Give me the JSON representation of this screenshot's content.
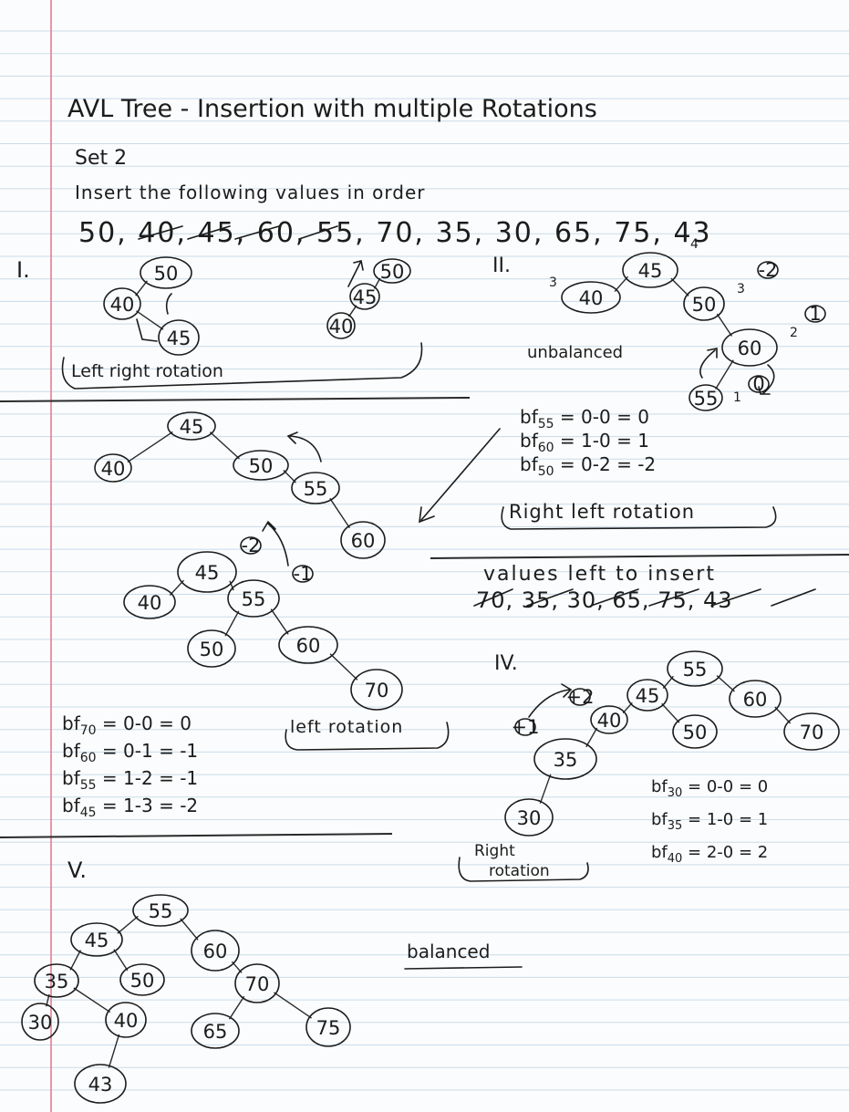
{
  "title": "AVL Tree - Insertion with multiple Rotations",
  "subtitle": "Set 2",
  "instruction": "Insert the following values in order",
  "sequence": "50, 40, 45, 60, 55, 70, 35, 30, 65, 75, 43",
  "sections": {
    "s1": {
      "numeral": "I.",
      "label": "Left right rotation",
      "tree_a": [
        {
          "id": "a50",
          "v": "50",
          "parent": null
        },
        {
          "id": "a40",
          "v": "40",
          "parent": "a50"
        },
        {
          "id": "a45",
          "v": "45",
          "parent": "a40"
        }
      ],
      "tree_b": [
        {
          "id": "b50",
          "v": "50",
          "parent": null
        },
        {
          "id": "b45",
          "v": "45",
          "parent": "b50"
        },
        {
          "id": "b40",
          "v": "40",
          "parent": "b45"
        }
      ],
      "tree_c": [
        {
          "id": "c45",
          "v": "45",
          "parent": null
        },
        {
          "id": "c40",
          "v": "40",
          "parent": "c45"
        },
        {
          "id": "c50",
          "v": "50",
          "parent": "c45"
        },
        {
          "id": "c55",
          "v": "55",
          "parent": "c50"
        },
        {
          "id": "c60",
          "v": "60",
          "parent": "c55"
        }
      ]
    },
    "s2": {
      "numeral": "II.",
      "status": "unbalanced",
      "tree": [
        {
          "id": "d45",
          "v": "45",
          "parent": null,
          "mark": "4"
        },
        {
          "id": "d40",
          "v": "40",
          "parent": "d45",
          "mark": "3"
        },
        {
          "id": "d50",
          "v": "50",
          "parent": "d45",
          "mark": "3",
          "bf": "-2"
        },
        {
          "id": "d60",
          "v": "60",
          "parent": "d50",
          "mark": "2",
          "bf": "1"
        },
        {
          "id": "d55",
          "v": "55",
          "parent": "d60",
          "mark": "1",
          "bf": "0"
        }
      ],
      "bf_lines": [
        {
          "pre": "bf",
          "sub": "55",
          "post": " = 0-0 = 0"
        },
        {
          "pre": "bf",
          "sub": "60",
          "post": " = 1-0 = 1"
        },
        {
          "pre": "bf",
          "sub": "50",
          "post": " = 0-2 = -2"
        }
      ],
      "label": "Right left rotation"
    },
    "s3": {
      "tree": [
        {
          "id": "e45",
          "v": "45",
          "parent": null,
          "bf": "-2"
        },
        {
          "id": "e40",
          "v": "40",
          "parent": "e45"
        },
        {
          "id": "e55",
          "v": "55",
          "parent": "e45",
          "bf": "-1"
        },
        {
          "id": "e50",
          "v": "50",
          "parent": "e55"
        },
        {
          "id": "e60",
          "v": "60",
          "parent": "e55"
        },
        {
          "id": "e70",
          "v": "70",
          "parent": "e60"
        }
      ],
      "bf_lines": [
        {
          "pre": "bf",
          "sub": "70",
          "post": " = 0-0 = 0"
        },
        {
          "pre": "bf",
          "sub": "60",
          "post": " = 0-1 = -1"
        },
        {
          "pre": "bf",
          "sub": "55",
          "post": " = 1-2 = -1"
        },
        {
          "pre": "bf",
          "sub": "45",
          "post": " = 1-3 = -2"
        }
      ],
      "label": "left rotation"
    },
    "remaining": {
      "title": "values left to insert",
      "values": "70, 35, 30, 65, 75, 43"
    },
    "s4": {
      "numeral": "IV.",
      "tree": [
        {
          "id": "f55",
          "v": "55",
          "parent": null
        },
        {
          "id": "f45",
          "v": "45",
          "parent": "f55"
        },
        {
          "id": "f60",
          "v": "60",
          "parent": "f55"
        },
        {
          "id": "f40",
          "v": "40",
          "parent": "f45",
          "bf": "+2"
        },
        {
          "id": "f50",
          "v": "50",
          "parent": "f45"
        },
        {
          "id": "f70",
          "v": "70",
          "parent": "f60"
        },
        {
          "id": "f35",
          "v": "35",
          "parent": "f40",
          "bf": "+1"
        },
        {
          "id": "f30",
          "v": "30",
          "parent": "f35"
        }
      ],
      "bf_lines": [
        {
          "pre": "bf",
          "sub": "30",
          "post": " = 0-0 = 0"
        },
        {
          "pre": "bf",
          "sub": "35",
          "post": " = 1-0 = 1"
        },
        {
          "pre": "bf",
          "sub": "40",
          "post": " = 2-0 = 2"
        }
      ],
      "label_line1": "Right",
      "label_line2": "rotation"
    },
    "s5": {
      "numeral": "V.",
      "status": "balanced",
      "tree": [
        {
          "id": "g55",
          "v": "55",
          "parent": null
        },
        {
          "id": "g45",
          "v": "45",
          "parent": "g55"
        },
        {
          "id": "g60",
          "v": "60",
          "parent": "g55"
        },
        {
          "id": "g35",
          "v": "35",
          "parent": "g45"
        },
        {
          "id": "g50",
          "v": "50",
          "parent": "g45"
        },
        {
          "id": "g70",
          "v": "70",
          "parent": "g60"
        },
        {
          "id": "g30",
          "v": "30",
          "parent": "g35"
        },
        {
          "id": "g40",
          "v": "40",
          "parent": "g35"
        },
        {
          "id": "g65",
          "v": "65",
          "parent": "g70"
        },
        {
          "id": "g75",
          "v": "75",
          "parent": "g70"
        },
        {
          "id": "g43",
          "v": "43",
          "parent": "g40"
        }
      ]
    }
  },
  "colors": {
    "ink": "#1c1c1c",
    "rule": "#c9dbe8",
    "margin": "#e07f93",
    "paper": "#fbfcfd"
  }
}
